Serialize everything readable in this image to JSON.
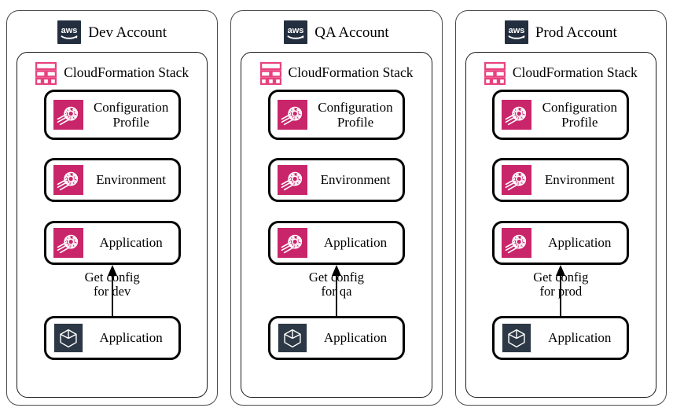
{
  "diagram": {
    "title": "AWS AppConfig multi-account deployment",
    "colors": {
      "appconfig_pink": "#C9256A",
      "aws_navy": "#232F3E",
      "client_slate": "#2C3845",
      "outer_border": "#4a4a4a",
      "inner_border": "#1a1a1a",
      "resource_border": "#000000"
    }
  },
  "accounts": [
    {
      "id": "dev",
      "title": "Dev Account",
      "logo_icon": "aws-logo-icon",
      "stack": {
        "title": "CloudFormation Stack",
        "icon": "cloudformation-stack-icon",
        "resources": [
          {
            "id": "configuration-profile",
            "label": "Configuration\nProfile",
            "icon": "appconfig-icon"
          },
          {
            "id": "environment",
            "label": "Environment",
            "icon": "appconfig-icon"
          },
          {
            "id": "application",
            "label": "Application",
            "icon": "appconfig-icon"
          }
        ],
        "client": {
          "id": "client-application",
          "label": "Application",
          "icon": "cube-icon"
        },
        "connector": {
          "label": "Get config\nfor dev",
          "direction": "up",
          "icon": "arrow-up-icon"
        }
      }
    },
    {
      "id": "qa",
      "title": "QA Account",
      "logo_icon": "aws-logo-icon",
      "stack": {
        "title": "CloudFormation Stack",
        "icon": "cloudformation-stack-icon",
        "resources": [
          {
            "id": "configuration-profile",
            "label": "Configuration\nProfile",
            "icon": "appconfig-icon"
          },
          {
            "id": "environment",
            "label": "Environment",
            "icon": "appconfig-icon"
          },
          {
            "id": "application",
            "label": "Application",
            "icon": "appconfig-icon"
          }
        ],
        "client": {
          "id": "client-application",
          "label": "Application",
          "icon": "cube-icon"
        },
        "connector": {
          "label": "Get config\nfor qa",
          "direction": "up",
          "icon": "arrow-up-icon"
        }
      }
    },
    {
      "id": "prod",
      "title": "Prod Account",
      "logo_icon": "aws-logo-icon",
      "stack": {
        "title": "CloudFormation Stack",
        "icon": "cloudformation-stack-icon",
        "resources": [
          {
            "id": "configuration-profile",
            "label": "Configuration\nProfile",
            "icon": "appconfig-icon"
          },
          {
            "id": "environment",
            "label": "Environment",
            "icon": "appconfig-icon"
          },
          {
            "id": "application",
            "label": "Application",
            "icon": "appconfig-icon"
          }
        ],
        "client": {
          "id": "client-application",
          "label": "Application",
          "icon": "cube-icon"
        },
        "connector": {
          "label": "Get config\nfor prod",
          "direction": "up",
          "icon": "arrow-up-icon"
        }
      }
    }
  ]
}
